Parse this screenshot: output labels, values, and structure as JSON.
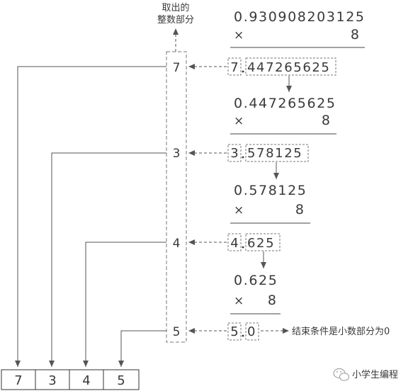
{
  "header": {
    "line1": "取出的",
    "line2": "整数部分"
  },
  "steps": [
    {
      "multiplicand": "0.930908203125",
      "times": "×",
      "multiplier": "8",
      "int_part": "7",
      "frac_part": "447265625"
    },
    {
      "multiplicand": "0.447265625",
      "times": "×",
      "multiplier": "8",
      "int_part": "3",
      "frac_part": "578125"
    },
    {
      "multiplicand": "0.578125",
      "times": "×",
      "multiplier": "8",
      "int_part": "4",
      "frac_part": "625"
    },
    {
      "multiplicand": "0.625",
      "times": "×",
      "multiplier": "8",
      "int_part": "5",
      "frac_part": "0"
    }
  ],
  "column_digits": [
    "7",
    "3",
    "4",
    "5"
  ],
  "end_note": "结束条件是小数部分为0",
  "result_cells": [
    "7",
    "3",
    "4",
    "5"
  ],
  "watermark": {
    "icon": "wechat-icon",
    "text": "小学生编程"
  }
}
